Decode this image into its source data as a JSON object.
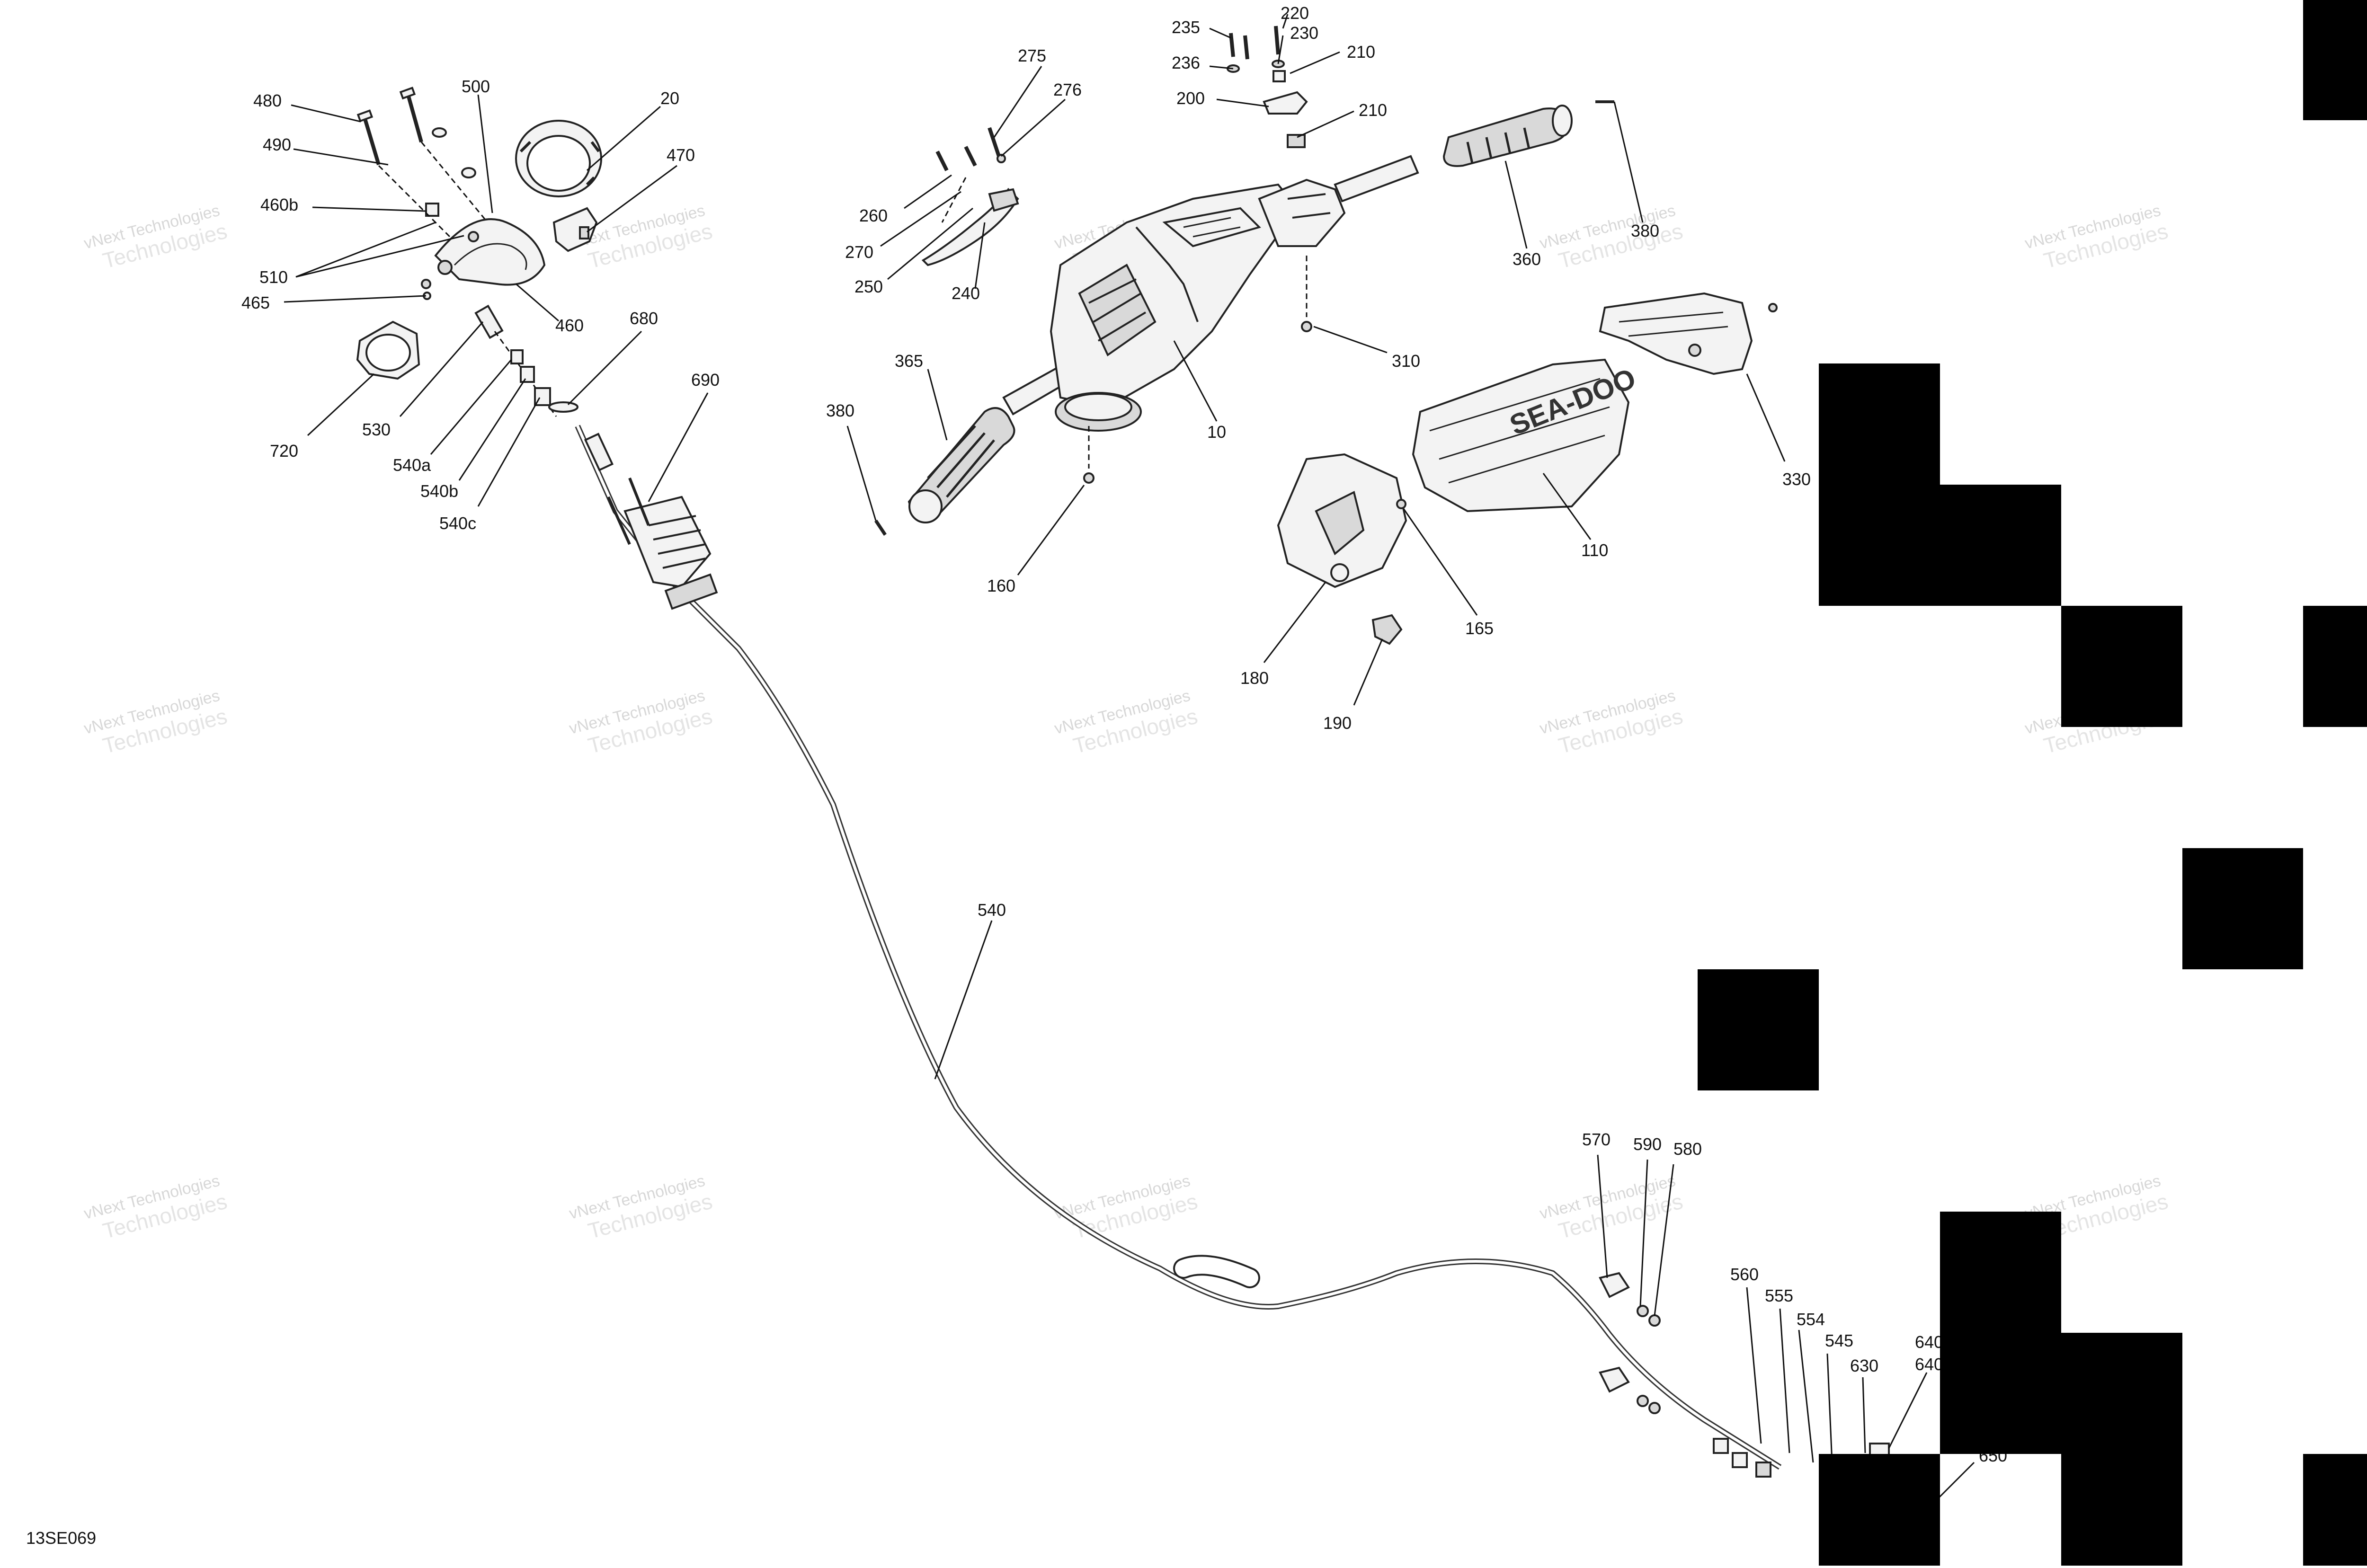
{
  "diagram": {
    "code": "13SE069",
    "watermark": {
      "line1": "vNext Technologies",
      "line2": "Technologies"
    },
    "labels": [
      {
        "id": "480",
        "text": "480"
      },
      {
        "id": "490",
        "text": "490"
      },
      {
        "id": "460b",
        "text": "460b"
      },
      {
        "id": "500",
        "text": "500"
      },
      {
        "id": "20",
        "text": "20"
      },
      {
        "id": "470",
        "text": "470"
      },
      {
        "id": "510",
        "text": "510"
      },
      {
        "id": "465",
        "text": "465"
      },
      {
        "id": "460",
        "text": "460"
      },
      {
        "id": "720",
        "text": "720"
      },
      {
        "id": "530",
        "text": "530"
      },
      {
        "id": "540a",
        "text": "540a"
      },
      {
        "id": "540b",
        "text": "540b"
      },
      {
        "id": "540c",
        "text": "540c"
      },
      {
        "id": "680",
        "text": "680"
      },
      {
        "id": "690",
        "text": "690"
      },
      {
        "id": "275",
        "text": "275"
      },
      {
        "id": "276",
        "text": "276"
      },
      {
        "id": "260",
        "text": "260"
      },
      {
        "id": "270",
        "text": "270"
      },
      {
        "id": "250",
        "text": "250"
      },
      {
        "id": "240",
        "text": "240"
      },
      {
        "id": "235",
        "text": "235"
      },
      {
        "id": "236",
        "text": "236"
      },
      {
        "id": "220",
        "text": "220"
      },
      {
        "id": "230",
        "text": "230"
      },
      {
        "id": "210a",
        "text": "210"
      },
      {
        "id": "200",
        "text": "200"
      },
      {
        "id": "210b",
        "text": "210"
      },
      {
        "id": "360",
        "text": "360"
      },
      {
        "id": "380a",
        "text": "380"
      },
      {
        "id": "365",
        "text": "365"
      },
      {
        "id": "380b",
        "text": "380"
      },
      {
        "id": "10",
        "text": "10"
      },
      {
        "id": "310",
        "text": "310"
      },
      {
        "id": "160",
        "text": "160"
      },
      {
        "id": "330",
        "text": "330"
      },
      {
        "id": "110",
        "text": "110"
      },
      {
        "id": "165",
        "text": "165"
      },
      {
        "id": "180",
        "text": "180"
      },
      {
        "id": "190",
        "text": "190"
      },
      {
        "id": "540",
        "text": "540"
      },
      {
        "id": "570",
        "text": "570"
      },
      {
        "id": "590",
        "text": "590"
      },
      {
        "id": "580",
        "text": "580"
      },
      {
        "id": "560",
        "text": "560"
      },
      {
        "id": "555",
        "text": "555"
      },
      {
        "id": "554",
        "text": "554"
      },
      {
        "id": "545",
        "text": "545"
      },
      {
        "id": "630",
        "text": "630"
      },
      {
        "id": "640a",
        "text": "640"
      },
      {
        "id": "640b",
        "text": "640"
      },
      {
        "id": "650",
        "text": "650"
      }
    ],
    "brand_text": "SEA-DOO"
  }
}
